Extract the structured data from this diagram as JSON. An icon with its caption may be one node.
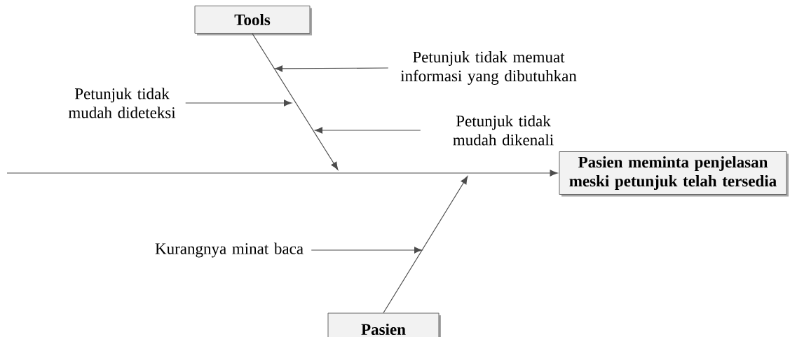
{
  "diagram": {
    "nodes": [
      {
        "text": [
          "Tools"
        ]
      },
      {
        "text": [
          "Pasien meminta penjelasan meski petunjuk telah tersedia"
        ]
      },
      {
        "text": [
          "Pasien"
        ]
      },
      {
        "text": [
          "Petunjuk tidak memuat informasi yang dibutuhkan"
        ]
      },
      {
        "text": [
          "Petunjuk tidak mudah dideteksi"
        ]
      },
      {
        "text": [
          "Petunjuk tidak mudah dikenali"
        ]
      },
      {
        "text": [
          "Kurangnya minat baca"
        ]
      }
    ],
    "edges": [
      {
        "from": null,
        "to": 1,
        "arrow": "to"
      },
      {
        "from": 0,
        "to": null,
        "arrow": "to"
      },
      {
        "from": 2,
        "to": null,
        "arrow": "to"
      },
      {
        "from": 3,
        "to": null,
        "arrow": "to"
      },
      {
        "from": 4,
        "to": null,
        "arrow": "to"
      },
      {
        "from": 5,
        "to": null,
        "arrow": "to"
      },
      {
        "from": 6,
        "to": null,
        "arrow": "to"
      }
    ]
  }
}
